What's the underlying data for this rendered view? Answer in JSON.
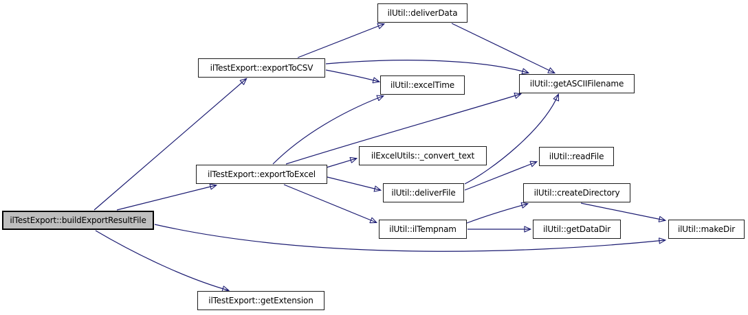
{
  "diagram": {
    "type": "call-graph",
    "background_color": "#ffffff",
    "edge_color": "#191970",
    "node_fill_color": "#ffffff",
    "node_border_color": "#000000",
    "highlighted_node_fill_color": "#bfbfbf",
    "nodes": [
      {
        "id": "buildExportResultFile",
        "label": "ilTestExport::buildExportResultFile",
        "highlighted": true
      },
      {
        "id": "exportToCSV",
        "label": "ilTestExport::exportToCSV",
        "highlighted": false
      },
      {
        "id": "deliverData",
        "label": "ilUtil::deliverData",
        "highlighted": false
      },
      {
        "id": "excelTime",
        "label": "ilUtil::excelTime",
        "highlighted": false
      },
      {
        "id": "getASCIIFilename",
        "label": "ilUtil::getASCIIFilename",
        "highlighted": false
      },
      {
        "id": "exportToExcel",
        "label": "ilTestExport::exportToExcel",
        "highlighted": false
      },
      {
        "id": "convertText",
        "label": "ilExcelUtils::_convert_text",
        "highlighted": false
      },
      {
        "id": "deliverFile",
        "label": "ilUtil::deliverFile",
        "highlighted": false
      },
      {
        "id": "readFile",
        "label": "ilUtil::readFile",
        "highlighted": false
      },
      {
        "id": "createDirectory",
        "label": "ilUtil::createDirectory",
        "highlighted": false
      },
      {
        "id": "ilTempnam",
        "label": "ilUtil::ilTempnam",
        "highlighted": false
      },
      {
        "id": "getDataDir",
        "label": "ilUtil::getDataDir",
        "highlighted": false
      },
      {
        "id": "makeDir",
        "label": "ilUtil::makeDir",
        "highlighted": false
      },
      {
        "id": "getExtension",
        "label": "ilTestExport::getExtension",
        "highlighted": false
      }
    ],
    "edges": [
      {
        "from": "buildExportResultFile",
        "to": "exportToCSV"
      },
      {
        "from": "buildExportResultFile",
        "to": "exportToExcel"
      },
      {
        "from": "buildExportResultFile",
        "to": "getExtension"
      },
      {
        "from": "buildExportResultFile",
        "to": "makeDir"
      },
      {
        "from": "exportToCSV",
        "to": "deliverData"
      },
      {
        "from": "exportToCSV",
        "to": "excelTime"
      },
      {
        "from": "exportToCSV",
        "to": "getASCIIFilename"
      },
      {
        "from": "deliverData",
        "to": "getASCIIFilename"
      },
      {
        "from": "exportToExcel",
        "to": "excelTime"
      },
      {
        "from": "exportToExcel",
        "to": "getASCIIFilename"
      },
      {
        "from": "exportToExcel",
        "to": "convertText"
      },
      {
        "from": "exportToExcel",
        "to": "deliverFile"
      },
      {
        "from": "exportToExcel",
        "to": "ilTempnam"
      },
      {
        "from": "deliverFile",
        "to": "readFile"
      },
      {
        "from": "deliverFile",
        "to": "getASCIIFilename"
      },
      {
        "from": "ilTempnam",
        "to": "createDirectory"
      },
      {
        "from": "ilTempnam",
        "to": "getDataDir"
      },
      {
        "from": "createDirectory",
        "to": "makeDir"
      }
    ]
  }
}
